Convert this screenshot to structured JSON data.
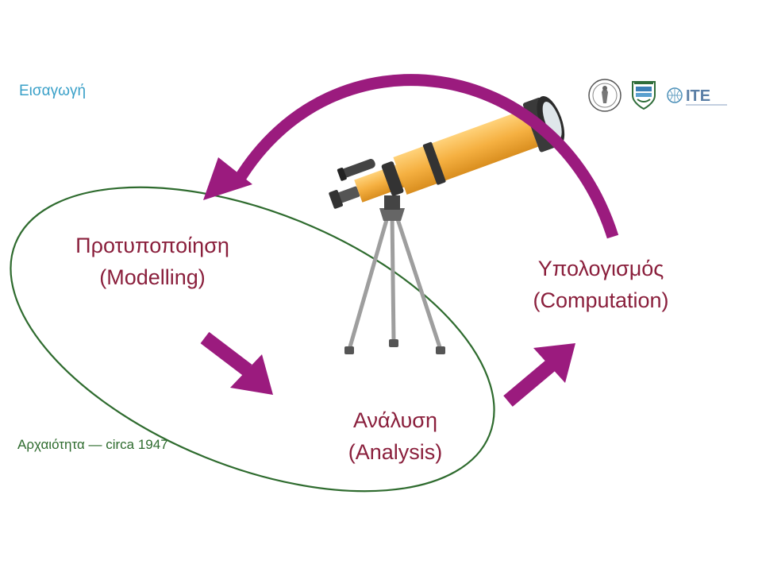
{
  "header": {
    "section_title": "Εισαγωγή"
  },
  "footer": {
    "era_label": "Αρχαιότητα — circa 1947"
  },
  "stages": {
    "modelling": {
      "greek": "Προτυποποίηση",
      "english": "(Modelling)"
    },
    "analysis": {
      "greek": "Ανάλυση",
      "english": "(Analysis)"
    },
    "computation": {
      "greek": "Υπολογισμός",
      "english": "(Computation)"
    }
  },
  "logos": {
    "third": {
      "text": "ITE"
    }
  },
  "colors": {
    "arrow": "#9b1b7e",
    "ellipse": "#2e6b2e",
    "stage_text": "#8a1f3c",
    "section_title": "#3aa0c8",
    "telescope_tube": "#f5b041",
    "telescope_dark": "#444444",
    "tripod": "#9e9e9e"
  }
}
